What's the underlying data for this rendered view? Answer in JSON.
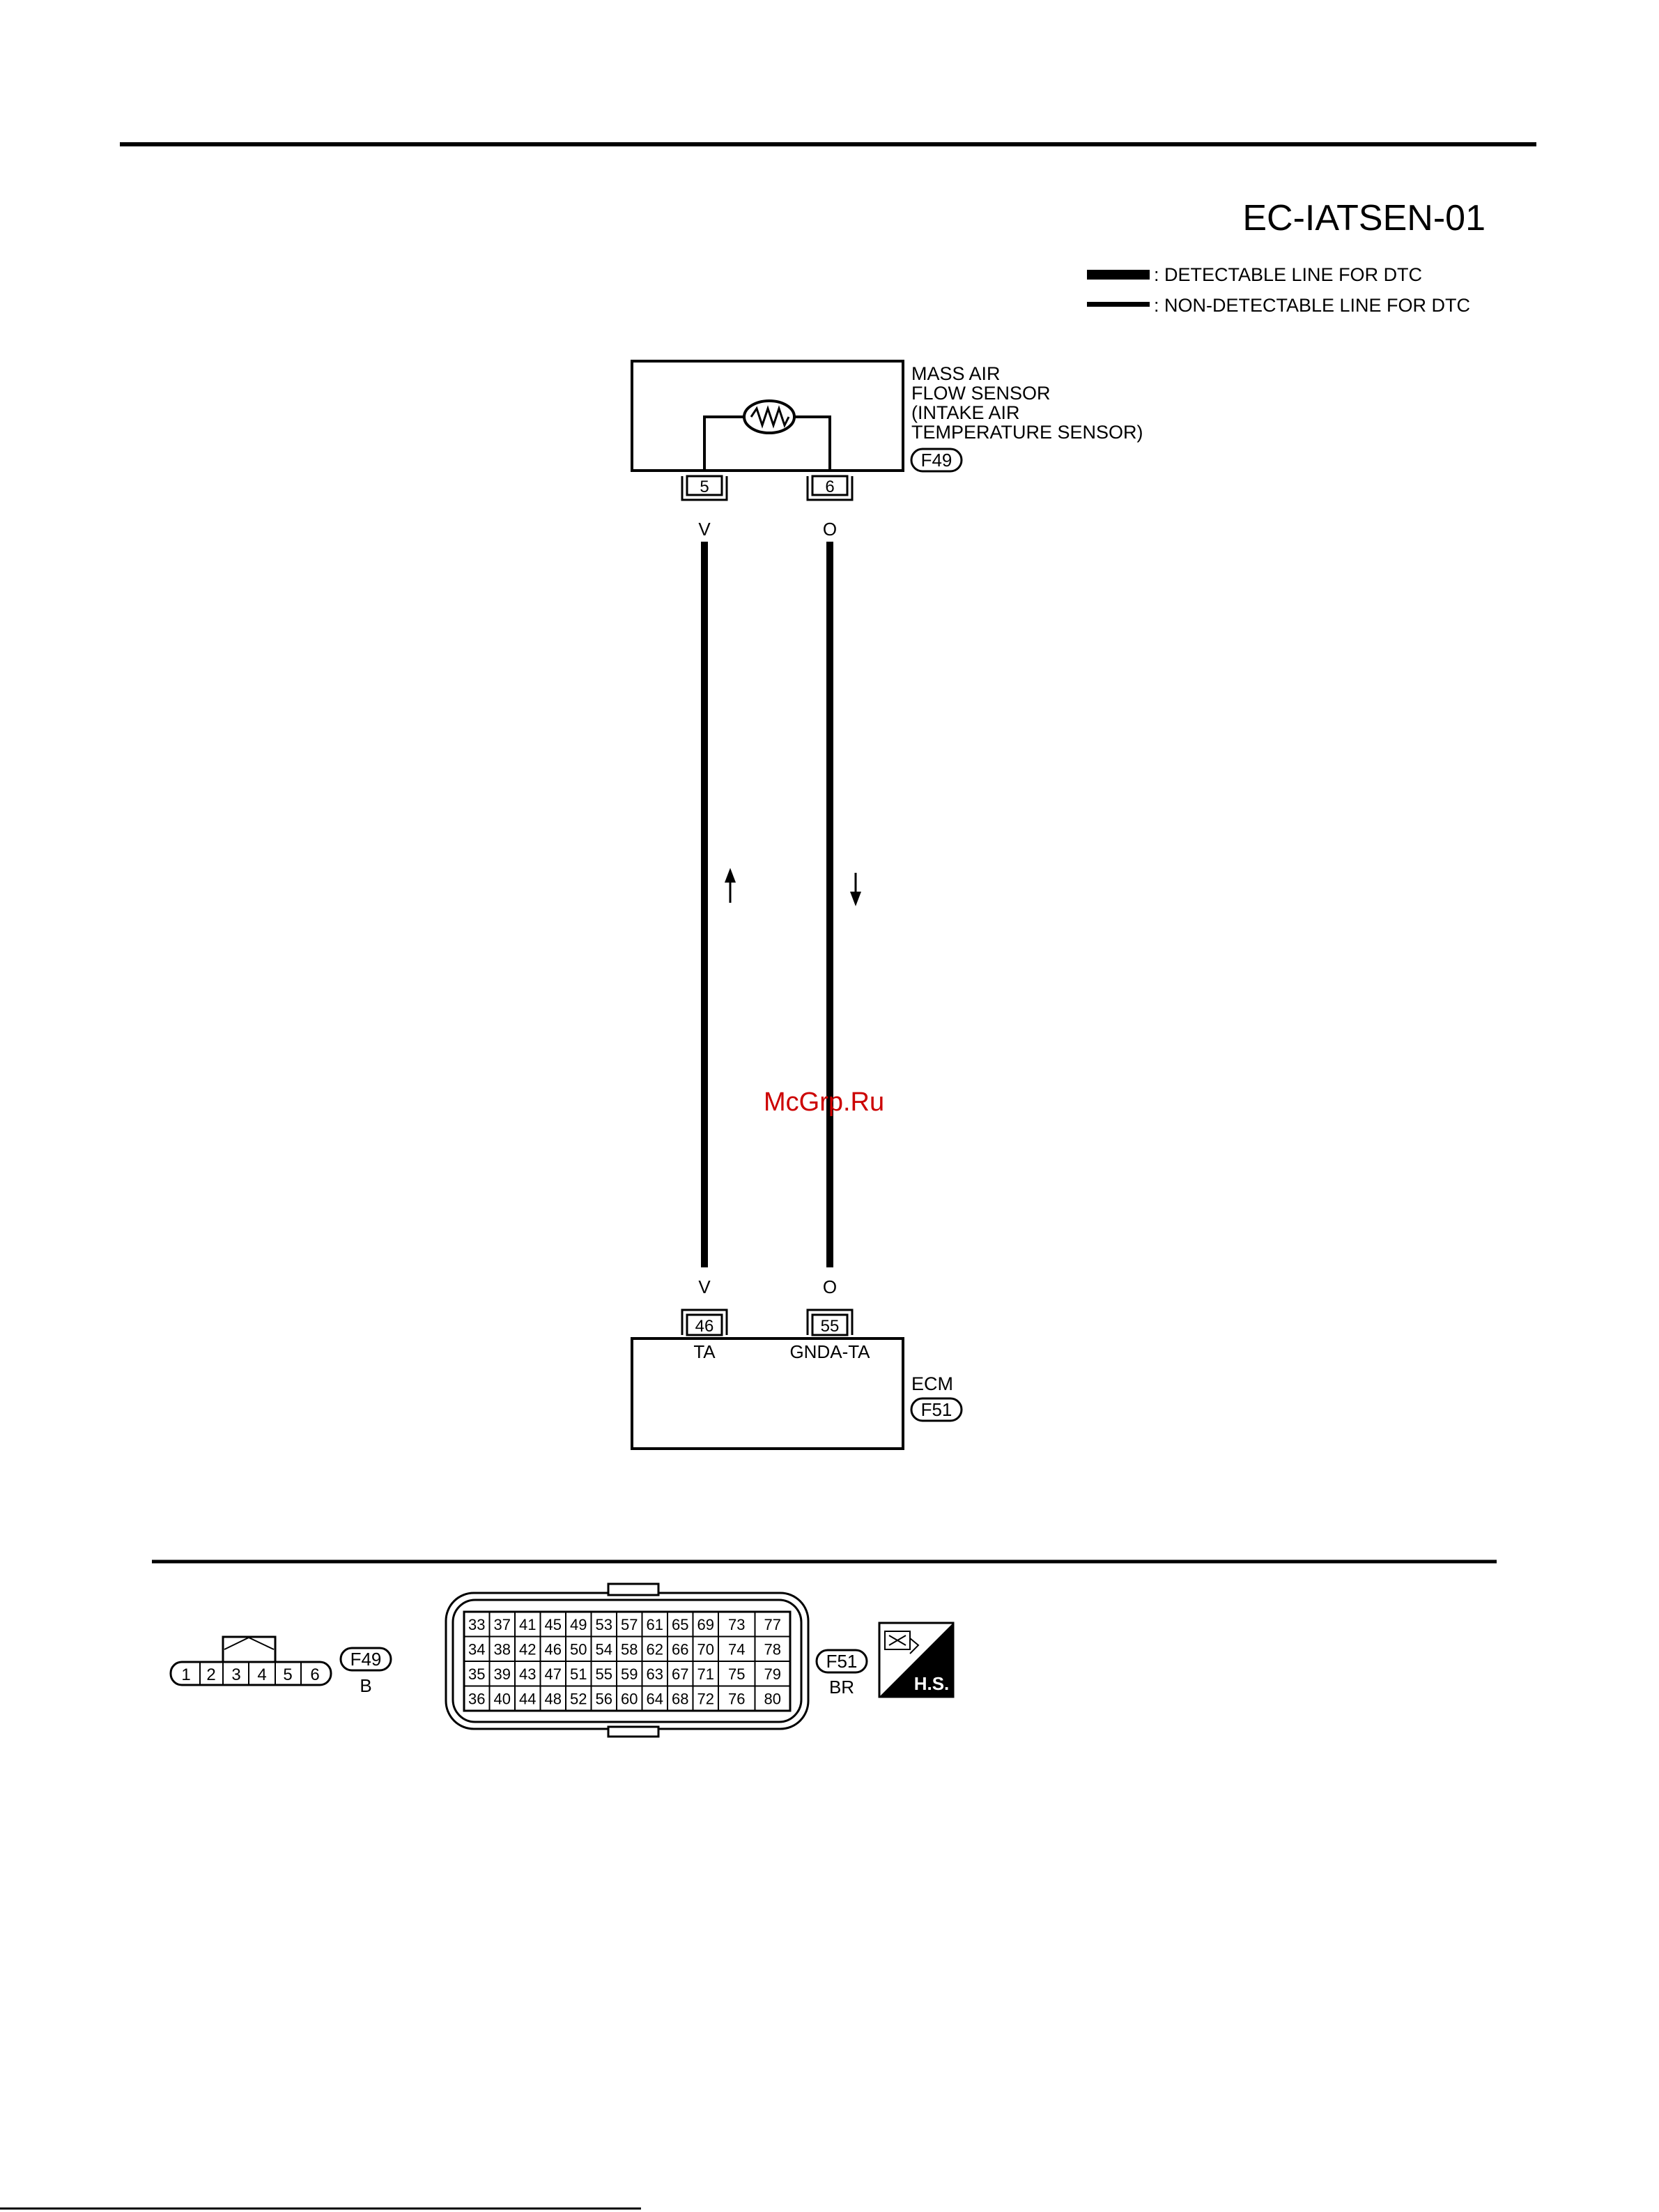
{
  "title": "EC-IATSEN-01",
  "legend": {
    "detectable": ": DETECTABLE LINE FOR DTC",
    "non_detectable": ": NON-DETECTABLE LINE FOR DTC"
  },
  "sensor": {
    "name_lines": [
      "MASS AIR",
      "FLOW SENSOR",
      "(INTAKE AIR",
      "TEMPERATURE SENSOR)"
    ],
    "connector": "F49",
    "pins": [
      "5",
      "6"
    ]
  },
  "wires": [
    {
      "color_code": "V",
      "direction": "up"
    },
    {
      "color_code": "O",
      "direction": "down"
    }
  ],
  "ecm": {
    "name": "ECM",
    "connector": "F51",
    "pins": [
      "46",
      "55"
    ],
    "pin_labels": [
      "TA",
      "GNDA-TA"
    ]
  },
  "watermark": "McGrp.Ru",
  "connector_f49": {
    "pins": [
      "1",
      "2",
      "3",
      "4",
      "5",
      "6"
    ],
    "id": "F49",
    "color": "B"
  },
  "connector_f51": {
    "rows": [
      [
        "33",
        "37",
        "41",
        "45",
        "49",
        "53",
        "57",
        "61",
        "65",
        "69",
        "73",
        "77"
      ],
      [
        "34",
        "38",
        "42",
        "46",
        "50",
        "54",
        "58",
        "62",
        "66",
        "70",
        "74",
        "78"
      ],
      [
        "35",
        "39",
        "43",
        "47",
        "51",
        "55",
        "59",
        "63",
        "67",
        "71",
        "75",
        "79"
      ],
      [
        "36",
        "40",
        "44",
        "48",
        "52",
        "56",
        "60",
        "64",
        "68",
        "72",
        "76",
        "80"
      ]
    ],
    "id": "F51",
    "color": "BR"
  },
  "hs_badge": "H.S.",
  "colors": {
    "ink": "#000000",
    "watermark": "#cc0000",
    "paper": "#ffffff"
  }
}
